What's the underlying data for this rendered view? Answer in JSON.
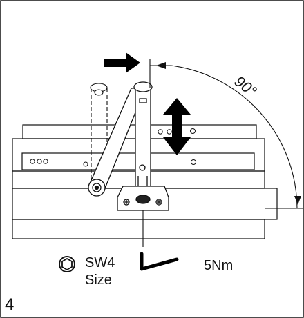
{
  "diagram": {
    "angle_label": "90°",
    "tool_label": "SW4",
    "size_label": "Size",
    "torque_label": "5Nm",
    "step_number": "4",
    "icons": [
      "hex-socket-icon",
      "allen-key-icon",
      "push-arrow-icon",
      "up-down-arrow-icon"
    ],
    "colors": {
      "line": "#111111",
      "background": "#ffffff",
      "arrow": "#000000"
    }
  }
}
